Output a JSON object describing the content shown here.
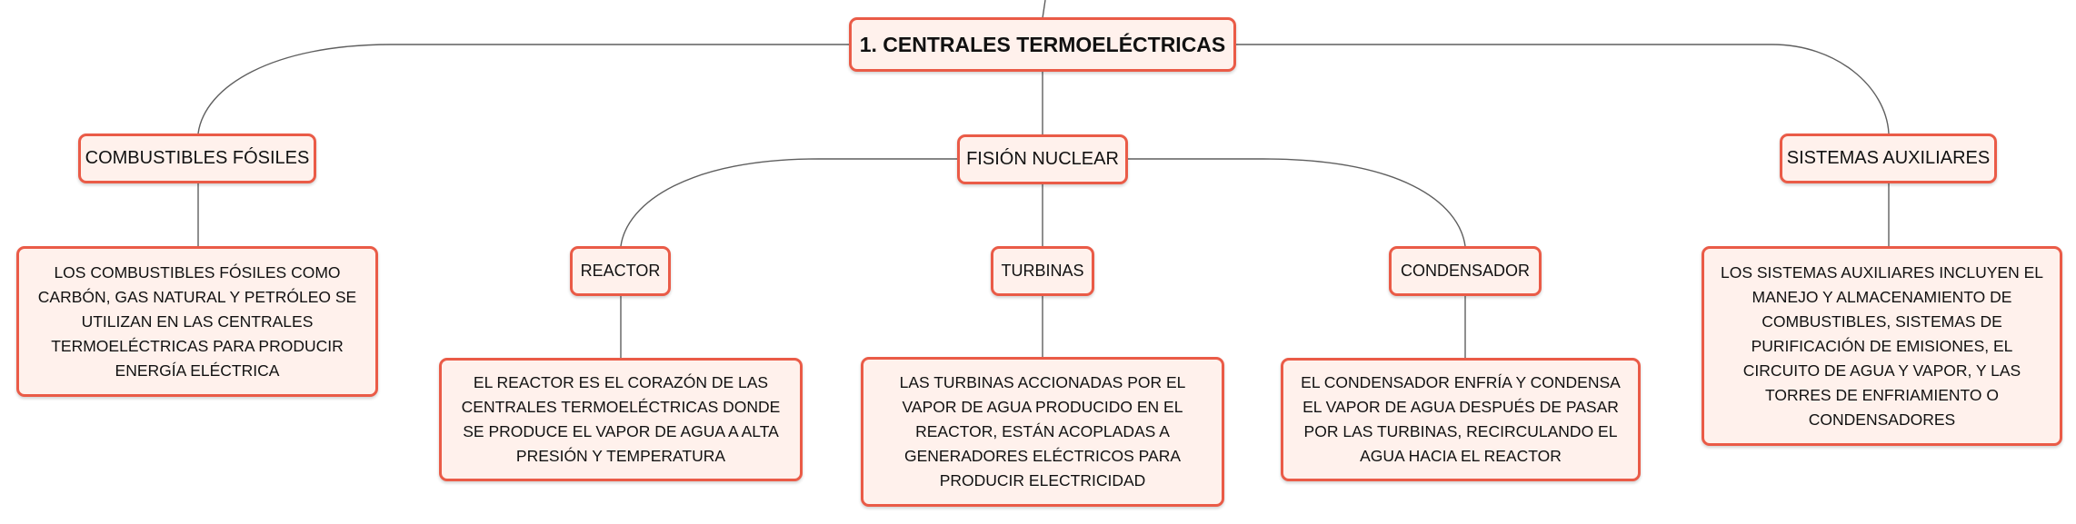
{
  "colors": {
    "border": "#ea5b47",
    "fill": "#fff1ec",
    "line": "#5f5f5f"
  },
  "root": {
    "label": "1. CENTRALES TERMOELÉCTRICAS"
  },
  "topics": {
    "fossil": {
      "label": "COMBUSTIBLES FÓSILES",
      "description": "LOS COMBUSTIBLES FÓSILES COMO CARBÓN, GAS NATURAL Y PETRÓLEO SE UTILIZAN EN LAS CENTRALES TERMOELÉCTRICAS PARA PRODUCIR ENERGÍA ELÉCTRICA"
    },
    "nuclear": {
      "label": "FISIÓN NUCLEAR",
      "subtopics": {
        "reactor": {
          "label": "REACTOR",
          "description": "EL REACTOR ES EL CORAZÓN DE LAS CENTRALES TERMOELÉCTRICAS DONDE SE PRODUCE EL VAPOR DE AGUA A ALTA PRESIÓN Y TEMPERATURA"
        },
        "turbines": {
          "label": "TURBINAS",
          "description": "LAS TURBINAS ACCIONADAS POR EL VAPOR DE AGUA PRODUCIDO EN EL REACTOR, ESTÁN ACOPLADAS A GENERADORES ELÉCTRICOS PARA PRODUCIR ELECTRICIDAD"
        },
        "condenser": {
          "label": "CONDENSADOR",
          "description": "EL CONDENSADOR ENFRÍA Y CONDENSA EL VAPOR DE AGUA DESPUÉS DE PASAR POR LAS TURBINAS, RECIRCULANDO EL AGUA HACIA EL REACTOR"
        }
      }
    },
    "auxiliary": {
      "label": "SISTEMAS AUXILIARES",
      "description": "LOS SISTEMAS AUXILIARES INCLUYEN EL MANEJO Y ALMACENAMIENTO DE COMBUSTIBLES, SISTEMAS DE PURIFICACIÓN DE EMISIONES, EL CIRCUITO DE AGUA Y VAPOR, Y LAS TORRES DE ENFRIAMIENTO O CONDENSADORES"
    }
  }
}
